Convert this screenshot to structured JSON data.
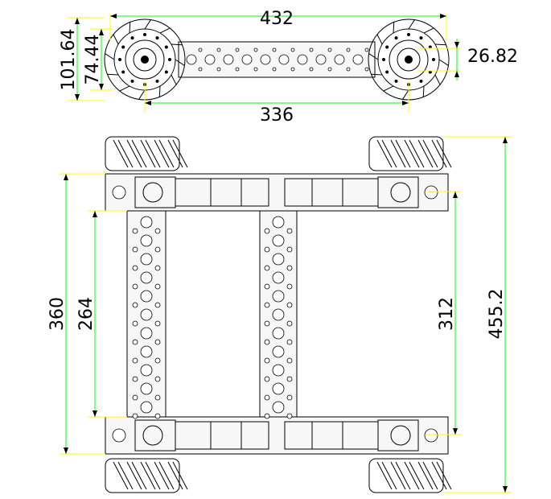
{
  "drawing": {
    "colors": {
      "line": "#000000",
      "dimension_line": "#00ff00",
      "extension_line": "#ffff00",
      "background": "#ffffff",
      "accent": "#ff00ff"
    },
    "top_view": {
      "overall_width": "432",
      "axle_spacing": "336",
      "wheel_outer_diameter": "101.64",
      "wheel_inner_diameter": "74.44",
      "hub_offset": "26.82"
    },
    "plan_view": {
      "overall_length": "455.2",
      "frame_length": "360",
      "inner_rail_length": "264",
      "axle_span": "312"
    }
  }
}
